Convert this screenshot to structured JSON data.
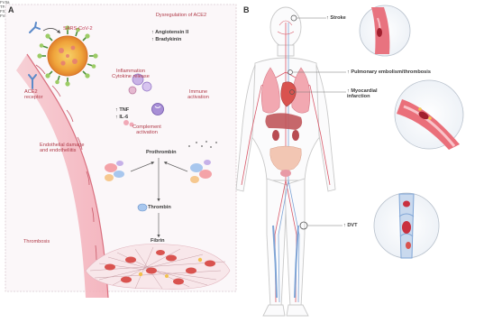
{
  "panel_a": {
    "letter": "A",
    "virus": "SARS-CoV-2",
    "dysregulation": "Dysregulation of ACE2",
    "angiotensin": "↑ Angiotensin II",
    "bradykinin": "↑ Bradykinin",
    "receptor": "ACE2 receptor",
    "inflammation": "Inflammation Cytokine release",
    "immune": "Immune activation",
    "tnf": "↑ TNF",
    "il6": "↑ IL-6",
    "complement": "Complement activation",
    "endothelial": "Endothelial damage and endotheliitis",
    "prothrombin": "Prothrombin",
    "thrombin": "Thrombin",
    "fibrin": "Fibrin",
    "thrombosis": "Thrombosis",
    "factor_left_a": "FVIIa",
    "factor_left_b": "TFa",
    "factor_right_a": "FXa",
    "factor_right_b": "FVa"
  },
  "panel_b": {
    "letter": "B",
    "stroke": "↑ Stroke",
    "pe": "↑ Pulmonary embolism/thrombosis",
    "mi": "↑ Myocardial infarction",
    "dvt": "↑ DVT"
  },
  "colors": {
    "accent_red": "#b03a48",
    "panel_a_bg": "#fbf7f9",
    "vessel_pink": "#f3b9c1",
    "virus_orange": "#f0a53c",
    "virus_green": "#9ccc65",
    "body_outline": "#c9c9c9",
    "vein_blue": "#7fa5d6"
  },
  "icons": [
    "virus-icon",
    "receptor-icon",
    "cytokine-icon",
    "immune-cell-icon",
    "fibrin-mesh-icon",
    "human-body-figure"
  ]
}
